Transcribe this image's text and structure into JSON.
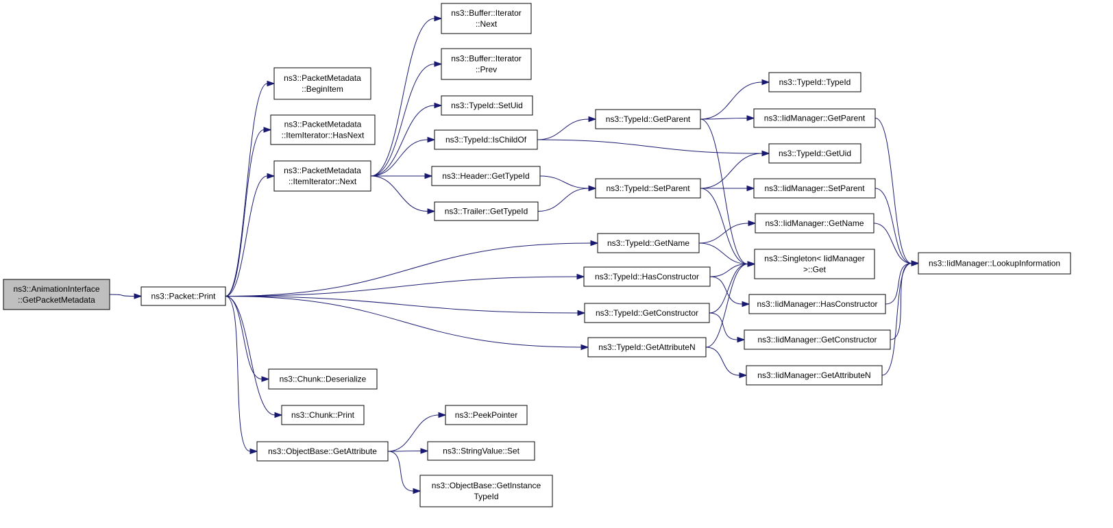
{
  "colors": {
    "edge": "#191970",
    "node_fill": "#ffffff",
    "root_fill": "#bfbfbf",
    "border": "#000000"
  },
  "nodes": [
    {
      "id": "root",
      "lines": [
        "ns3::AnimationInterface",
        "::GetPacketMetadata"
      ],
      "root": true
    },
    {
      "id": "print",
      "lines": [
        "ns3::Packet::Print"
      ]
    },
    {
      "id": "beginitem",
      "lines": [
        "ns3::PacketMetadata",
        "::BeginItem"
      ]
    },
    {
      "id": "hasnext",
      "lines": [
        "ns3::PacketMetadata",
        "::ItemIterator::HasNext"
      ]
    },
    {
      "id": "next",
      "lines": [
        "ns3::PacketMetadata",
        "::ItemIterator::Next"
      ]
    },
    {
      "id": "chunkdeser",
      "lines": [
        "ns3::Chunk::Deserialize"
      ]
    },
    {
      "id": "chunkprint",
      "lines": [
        "ns3::Chunk::Print"
      ]
    },
    {
      "id": "getattr",
      "lines": [
        "ns3::ObjectBase::GetAttribute"
      ]
    },
    {
      "id": "bufnext",
      "lines": [
        "ns3::Buffer::Iterator",
        "::Next"
      ]
    },
    {
      "id": "bufprev",
      "lines": [
        "ns3::Buffer::Iterator",
        "::Prev"
      ]
    },
    {
      "id": "setuid",
      "lines": [
        "ns3::TypeId::SetUid"
      ]
    },
    {
      "id": "ischildof",
      "lines": [
        "ns3::TypeId::IsChildOf"
      ]
    },
    {
      "id": "hdrtypeid",
      "lines": [
        "ns3::Header::GetTypeId"
      ]
    },
    {
      "id": "trltypeid",
      "lines": [
        "ns3::Trailer::GetTypeId"
      ]
    },
    {
      "id": "peekptr",
      "lines": [
        "ns3::PeekPointer"
      ]
    },
    {
      "id": "strset",
      "lines": [
        "ns3::StringValue::Set"
      ]
    },
    {
      "id": "getinst",
      "lines": [
        "ns3::ObjectBase::GetInstance",
        "TypeId"
      ]
    },
    {
      "id": "getparent",
      "lines": [
        "ns3::TypeId::GetParent"
      ]
    },
    {
      "id": "setparent",
      "lines": [
        "ns3::TypeId::SetParent"
      ]
    },
    {
      "id": "getname",
      "lines": [
        "ns3::TypeId::GetName"
      ]
    },
    {
      "id": "hasctor",
      "lines": [
        "ns3::TypeId::HasConstructor"
      ]
    },
    {
      "id": "getctor",
      "lines": [
        "ns3::TypeId::GetConstructor"
      ]
    },
    {
      "id": "getattrn",
      "lines": [
        "ns3::TypeId::GetAttributeN"
      ]
    },
    {
      "id": "typeidctor",
      "lines": [
        "ns3::TypeId::TypeId"
      ]
    },
    {
      "id": "iidgetparent",
      "lines": [
        "ns3::IidManager::GetParent"
      ]
    },
    {
      "id": "getuid",
      "lines": [
        "ns3::TypeId::GetUid"
      ]
    },
    {
      "id": "iidsetparent",
      "lines": [
        "ns3::IidManager::SetParent"
      ]
    },
    {
      "id": "iidgetname",
      "lines": [
        "ns3::IidManager::GetName"
      ]
    },
    {
      "id": "singleton",
      "lines": [
        "ns3::Singleton< IidManager",
        ">::Get"
      ]
    },
    {
      "id": "iidhasctor",
      "lines": [
        "ns3::IidManager::HasConstructor"
      ]
    },
    {
      "id": "iidgetctor",
      "lines": [
        "ns3::IidManager::GetConstructor"
      ]
    },
    {
      "id": "iidgetattrn",
      "lines": [
        "ns3::IidManager::GetAttributeN"
      ]
    },
    {
      "id": "lookup",
      "lines": [
        "ns3::IidManager::LookupInformation"
      ]
    }
  ],
  "edges": [
    [
      "root",
      "print"
    ],
    [
      "print",
      "beginitem"
    ],
    [
      "print",
      "hasnext"
    ],
    [
      "print",
      "next"
    ],
    [
      "print",
      "getname"
    ],
    [
      "print",
      "hasctor"
    ],
    [
      "print",
      "getctor"
    ],
    [
      "print",
      "getattrn"
    ],
    [
      "print",
      "chunkdeser"
    ],
    [
      "print",
      "chunkprint"
    ],
    [
      "print",
      "getattr"
    ],
    [
      "next",
      "bufnext"
    ],
    [
      "next",
      "bufprev"
    ],
    [
      "next",
      "setuid"
    ],
    [
      "next",
      "ischildof"
    ],
    [
      "next",
      "hdrtypeid"
    ],
    [
      "next",
      "trltypeid"
    ],
    [
      "ischildof",
      "getparent"
    ],
    [
      "ischildof",
      "getuid"
    ],
    [
      "hdrtypeid",
      "setparent"
    ],
    [
      "trltypeid",
      "setparent"
    ],
    [
      "getparent",
      "typeidctor"
    ],
    [
      "getparent",
      "iidgetparent"
    ],
    [
      "getparent",
      "singleton"
    ],
    [
      "setparent",
      "getuid"
    ],
    [
      "setparent",
      "iidsetparent"
    ],
    [
      "setparent",
      "singleton"
    ],
    [
      "getname",
      "iidgetname"
    ],
    [
      "getname",
      "singleton"
    ],
    [
      "hasctor",
      "singleton"
    ],
    [
      "hasctor",
      "iidhasctor"
    ],
    [
      "getctor",
      "singleton"
    ],
    [
      "getctor",
      "iidgetctor"
    ],
    [
      "getattrn",
      "singleton"
    ],
    [
      "getattrn",
      "iidgetattrn"
    ],
    [
      "getattr",
      "peekptr"
    ],
    [
      "getattr",
      "strset"
    ],
    [
      "getattr",
      "getinst"
    ],
    [
      "iidgetparent",
      "lookup"
    ],
    [
      "iidsetparent",
      "lookup"
    ],
    [
      "iidgetname",
      "lookup"
    ],
    [
      "iidhasctor",
      "lookup"
    ],
    [
      "iidgetctor",
      "lookup"
    ],
    [
      "iidgetattrn",
      "lookup"
    ]
  ]
}
